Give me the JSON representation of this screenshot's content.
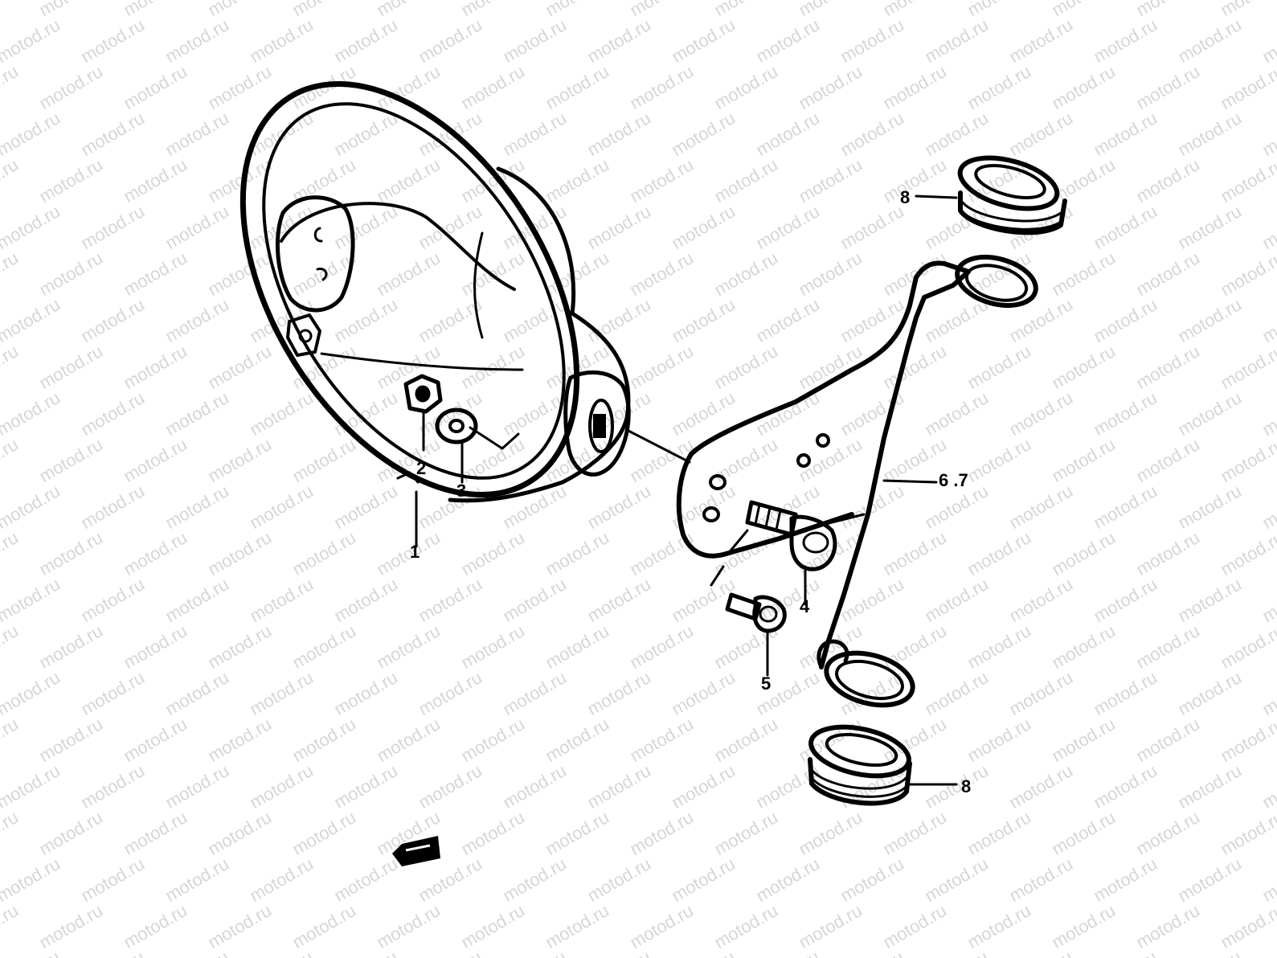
{
  "diagram": {
    "watermark_text": "motod.ru",
    "callouts": {
      "p1": "1",
      "p2": "2",
      "p3": "3",
      "p4": "4",
      "p5": "5",
      "p67": "6 .7",
      "p8_top": "8",
      "p8_bottom": "8"
    },
    "icons": {
      "front_arrow": "front-direction-arrow-icon"
    },
    "colors": {
      "ink": "#000000",
      "background": "#ffffff",
      "watermark": "#c9c9c9"
    }
  }
}
